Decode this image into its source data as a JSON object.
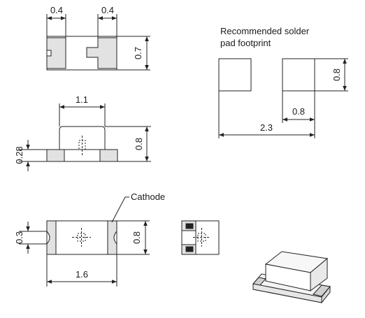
{
  "top_view": {
    "dim_pad_left": "0.4",
    "dim_pad_right": "0.4",
    "dim_height": "0.7"
  },
  "side_view": {
    "dim_body_width": "1.1",
    "dim_total_height": "0.8",
    "dim_terminal_height": "0.28"
  },
  "footprint": {
    "title_line1": "Recommended solder",
    "title_line2": "pad footprint",
    "dim_pad_height": "0.8",
    "dim_pad_width": "0.8",
    "dim_total_width": "2.3"
  },
  "bottom_view": {
    "cathode_label": "Cathode",
    "dim_length": "1.6",
    "dim_height": "0.8",
    "dim_notch": "0.3"
  }
}
